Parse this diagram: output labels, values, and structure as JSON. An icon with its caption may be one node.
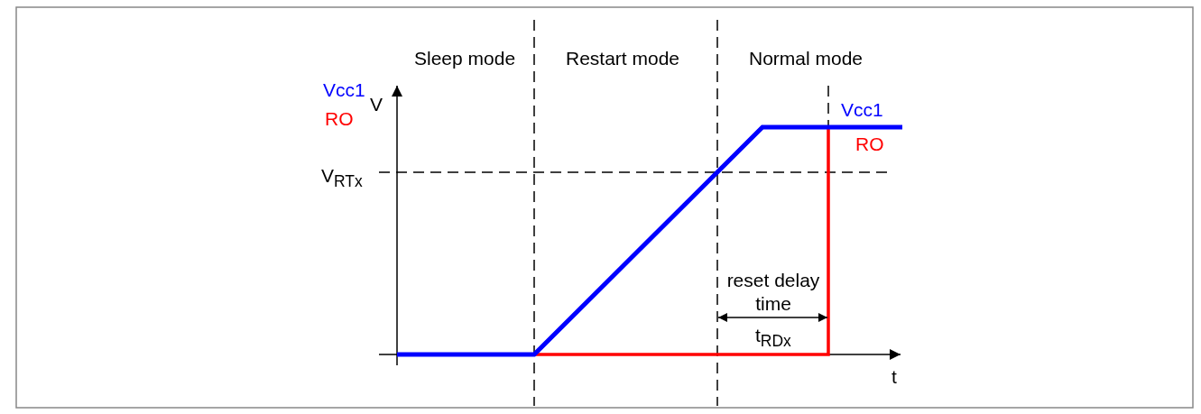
{
  "diagram": {
    "labels": [
      "Sleep mode",
      "Restart mode",
      "Normal mode",
      "V",
      "V$_{RTx}$",
      "Vcc1",
      "RO",
      "reset delay time",
      "t$_{RDx}$",
      "t"
    ],
    "legend": [
      {
        "text": "Vcc1",
        "color": "#0000ff"
      },
      {
        "text": "RO",
        "color": "#ff0000"
      }
    ]
  }
}
